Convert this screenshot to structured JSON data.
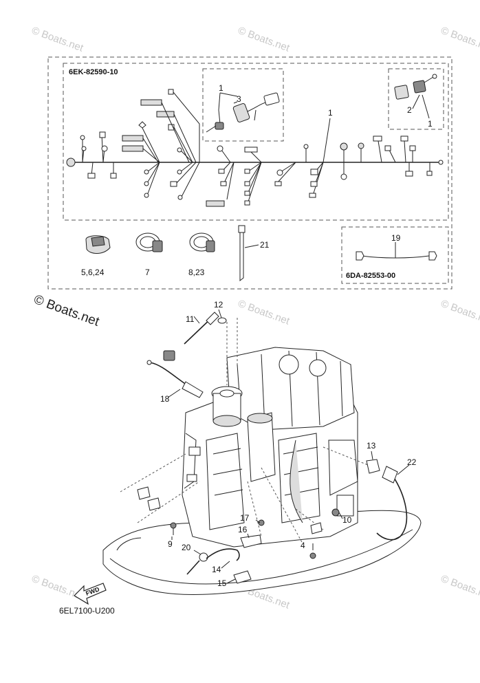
{
  "watermark": "© Boats.net",
  "kit_code": "6EK-82590-10",
  "sub_kit_code": "6DA-82553-00",
  "diagram_code": "6EL7100-U200",
  "fwd_label": "FWD",
  "callouts": {
    "c1": "1",
    "c2": "2",
    "c3": "3",
    "c4": "4",
    "c5": "5,6,24",
    "c7": "7",
    "c8": "8,23",
    "c9": "9",
    "c10": "10",
    "c11": "11",
    "c12": "12",
    "c13": "13",
    "c14": "14",
    "c15": "15",
    "c16": "16",
    "c17": "17",
    "c18": "18",
    "c19": "19",
    "c20": "20",
    "c21": "21",
    "c22": "22"
  }
}
